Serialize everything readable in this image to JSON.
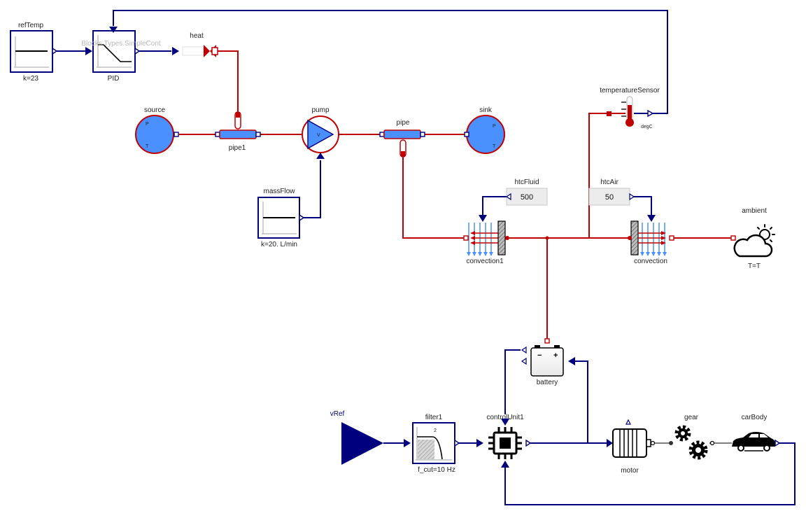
{
  "colors": {
    "signal": "#00007f",
    "heat": "#c00000",
    "fluid": "#4a90ff",
    "background": "#ffffff"
  },
  "components": {
    "refTemp": {
      "name": "refTemp",
      "param": "k=23"
    },
    "pid": {
      "name": "PID",
      "ghost_label": "Blocks.Types.SimpleCont"
    },
    "heat": {
      "name": "heat"
    },
    "source": {
      "name": "source",
      "port_p": "P",
      "port_t": "T"
    },
    "pipe1": {
      "name": "pipe1"
    },
    "pump": {
      "name": "pump",
      "symbol": "V"
    },
    "pipe": {
      "name": "pipe"
    },
    "sink": {
      "name": "sink",
      "port_p": "P",
      "port_t": "T"
    },
    "massFlow": {
      "name": "massFlow",
      "param": "k=20. L/min"
    },
    "temperatureSensor": {
      "name": "temperatureSensor",
      "unit": "degC"
    },
    "htcFluid": {
      "name": "htcFluid",
      "value": "500"
    },
    "htcAir": {
      "name": "htcAir",
      "value": "50"
    },
    "convection1": {
      "name": "convection1"
    },
    "convection": {
      "name": "convection"
    },
    "ambient": {
      "name": "ambient",
      "param": "T=T"
    },
    "battery": {
      "name": "battery",
      "minus": "−",
      "plus": "+"
    },
    "vRef": {
      "name": "vRef"
    },
    "filter1": {
      "name": "filter1",
      "param": "f_cut=10 Hz",
      "order": "2"
    },
    "controlUnit1": {
      "name": "controlUnit1"
    },
    "motor": {
      "name": "motor"
    },
    "gear": {
      "name": "gear"
    },
    "carBody": {
      "name": "carBody"
    }
  }
}
